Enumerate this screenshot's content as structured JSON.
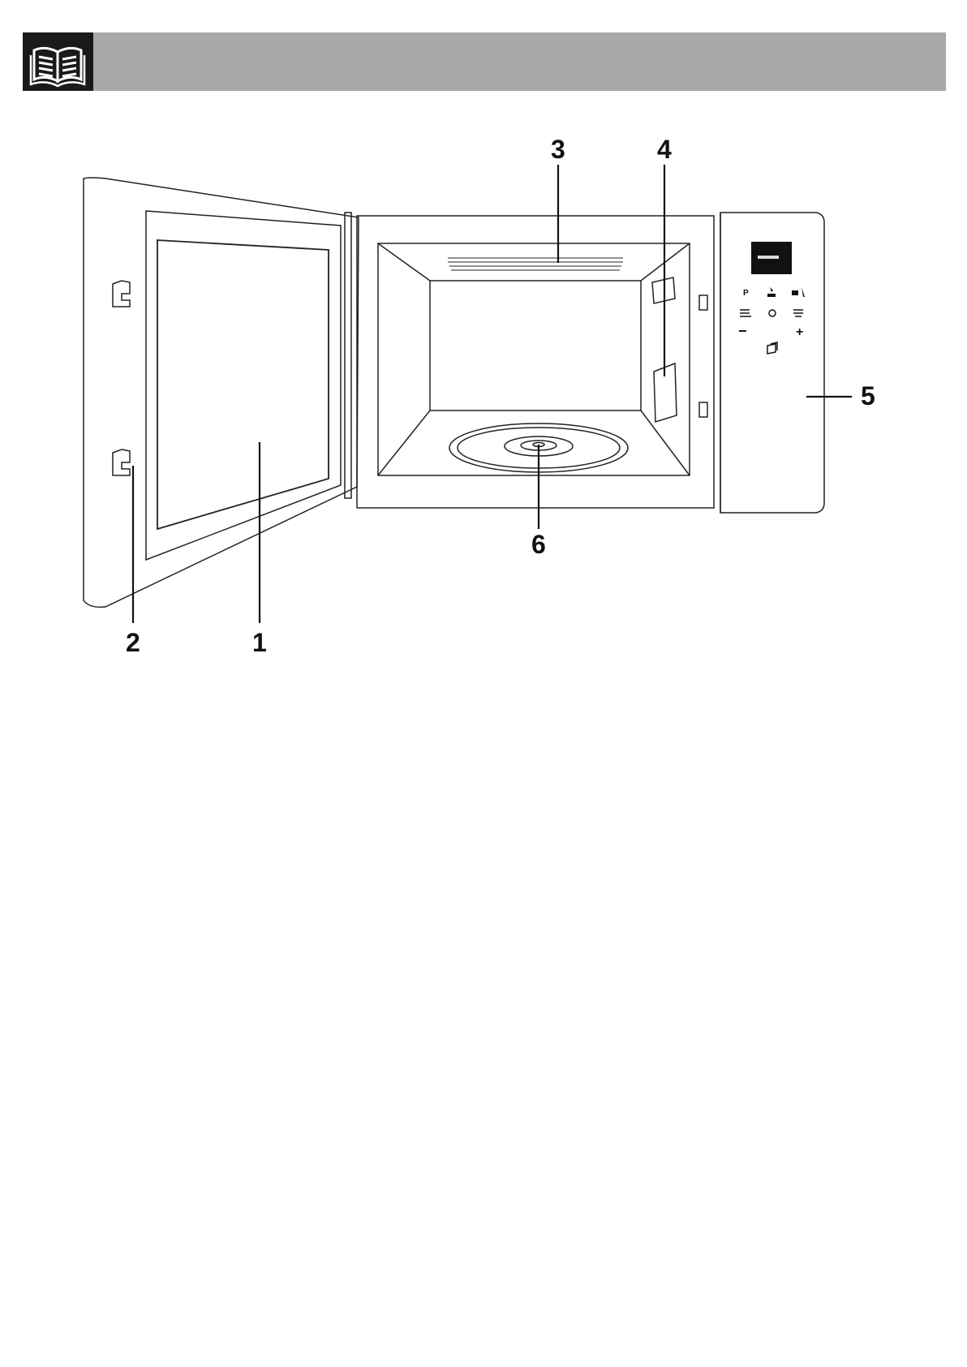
{
  "header": {
    "icon": "open-book-icon",
    "bar_color": "#a8a8a8",
    "icon_bg": "#1a1a1a"
  },
  "diagram": {
    "callouts": [
      {
        "id": "1",
        "label": "1"
      },
      {
        "id": "2",
        "label": "2"
      },
      {
        "id": "3",
        "label": "3"
      },
      {
        "id": "4",
        "label": "4"
      },
      {
        "id": "5",
        "label": "5"
      },
      {
        "id": "6",
        "label": "6"
      }
    ],
    "panel_icons": [
      "power-level-icon",
      "defrost-icon",
      "grill-icon",
      "auto-menu-icon",
      "clock-icon",
      "combi-icon",
      "minus-icon",
      "plus-icon",
      "start-stop-icon"
    ],
    "panel_symbols": {
      "power": "P",
      "minus": "−",
      "plus": "+"
    }
  }
}
